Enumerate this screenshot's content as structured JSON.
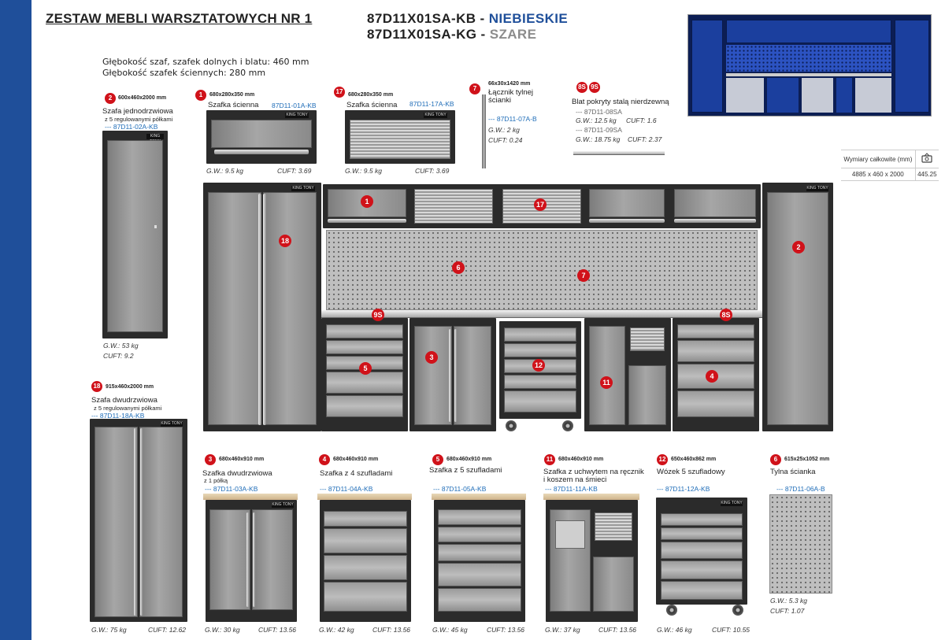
{
  "header": {
    "title": "ZESTAW MEBLI WARSZTATOWYCH NR 1",
    "code_kb": "87D11X01SA-KB -",
    "color_kb": "NIEBIESKIE",
    "code_kg": "87D11X01SA-KG -",
    "color_kg": "SZARE"
  },
  "depth_info": {
    "line1": "Głębokość szaf, szafek dolnych i blatu: 460 mm",
    "line2": "Głębokość szafek ściennych: 280 mm"
  },
  "summary_table": {
    "label": "Wymiary całkowite (mm)",
    "icon": "scale-weight-icon",
    "dims": "4885 x 460 x 2000",
    "weight": "445.25"
  },
  "assembly_markers": [
    "1",
    "17",
    "18",
    "6",
    "7",
    "2",
    "9S",
    "8S",
    "5",
    "3",
    "12",
    "11",
    "4"
  ],
  "brand": "KING TONY",
  "products": [
    {
      "num": "2",
      "dim": "600x460x2000 mm",
      "name": "Szafa jednodrzwiowa",
      "sub": "z 5 regulowanymi półkami",
      "code": "--- 87D11-02A-KB",
      "gw": "G.W.: 53 kg",
      "cuft": "CUFT: 9.2"
    },
    {
      "num": "1",
      "dim": "680x280x350 mm",
      "name": "Szafka ścienna",
      "sub": "",
      "code": "87D11-01A-KB",
      "gw": "G.W.: 9.5 kg",
      "cuft": "CUFT: 3.69"
    },
    {
      "num": "17",
      "dim": "680x280x350 mm",
      "name": "Szafka ścienna",
      "sub": "",
      "code": "87D11-17A-KB",
      "gw": "G.W.: 9.5 kg",
      "cuft": "CUFT: 3.69"
    },
    {
      "num": "7",
      "dim": "66x30x1420 mm",
      "name": "Łącznik tylnej",
      "sub": "ścianki",
      "code": "--- 87D11-07A-B",
      "gw": "G.W.: 2 kg",
      "cuft": "CUFT: 0.24"
    },
    {
      "num": "8S",
      "num2": "9S",
      "dim": "",
      "name": "Blat pokryty stalą nierdzewną",
      "sub": "",
      "code": "--- 87D11-08SA",
      "gw": "G.W.: 12.5 kg",
      "cuft": "CUFT: 1.6",
      "code2": "--- 87D11-09SA",
      "gw2": "G.W.: 18.75 kg",
      "cuft2": "CUFT: 2.37"
    },
    {
      "num": "18",
      "dim": "915x460x2000 mm",
      "name": "Szafa dwudrzwiowa",
      "sub": "z 5 regulowanymi półkami",
      "code": "--- 87D11-18A-KB",
      "gw": "G.W.: 75 kg",
      "cuft": "CUFT: 12.62"
    },
    {
      "num": "3",
      "dim": "680x460x910 mm",
      "name": "Szafka dwudrzwiowa",
      "sub": "z 1 półką",
      "code": "--- 87D11-03A-KB",
      "gw": "G.W.: 30 kg",
      "cuft": "CUFT: 13.56"
    },
    {
      "num": "4",
      "dim": "680x460x910 mm",
      "name": "Szafka z 4 szufladami",
      "sub": "",
      "code": "--- 87D11-04A-KB",
      "gw": "G.W.: 42 kg",
      "cuft": "CUFT: 13.56"
    },
    {
      "num": "5",
      "dim": "680x460x910 mm",
      "name": "Szafka z 5 szufladami",
      "sub": "",
      "code": "--- 87D11-05A-KB",
      "gw": "G.W.: 45 kg",
      "cuft": "CUFT: 13.56"
    },
    {
      "num": "11",
      "dim": "680x460x910 mm",
      "name": "Szafka z uchwytem na ręcznik",
      "sub": "i koszem na śmieci",
      "code": "--- 87D11-11A-KB",
      "gw": "G.W.: 37 kg",
      "cuft": "CUFT: 13.56"
    },
    {
      "num": "12",
      "dim": "650x460x862 mm",
      "name": "Wózek 5 szufladowy",
      "sub": "",
      "code": "--- 87D11-12A-KB",
      "gw": "G.W.: 46 kg",
      "cuft": "CUFT: 10.55"
    },
    {
      "num": "6",
      "dim": "615x25x1052 mm",
      "name": "Tylna ścianka",
      "sub": "",
      "code": "--- 87D11-06A-B",
      "gw": "G.W.: 5.3 kg",
      "cuft": "CUFT: 1.07"
    }
  ]
}
